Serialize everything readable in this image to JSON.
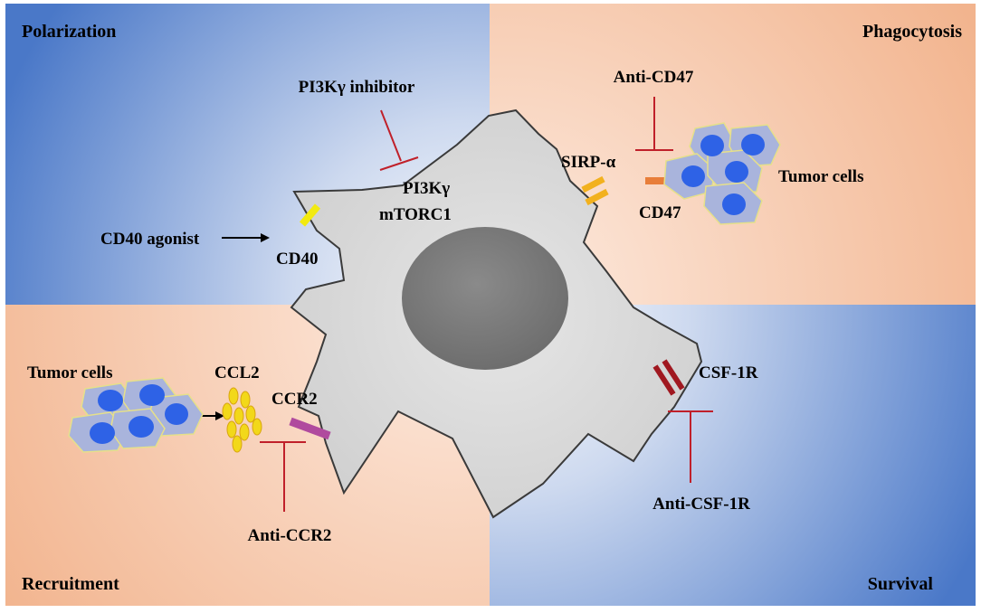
{
  "quadrants": {
    "top_left": "Polarization",
    "top_right": "Phagocytosis",
    "bottom_left": "Recruitment",
    "bottom_right": "Survival"
  },
  "labels": {
    "pi3k_inhibitor": "PI3Kγ inhibitor",
    "pi3k": "PI3Kγ",
    "mtorc1": "mTORC1",
    "cd40_agonist": "CD40 agonist",
    "cd40": "CD40",
    "anti_cd47": "Anti-CD47",
    "sirp_alpha": "SIRP-α",
    "cd47": "CD47",
    "tumor_cells_right": "Tumor cells",
    "tumor_cells_left": "Tumor cells",
    "ccl2": "CCL2",
    "ccr2": "CCR2",
    "anti_ccr2": "Anti-CCR2",
    "csf1r": "CSF-1R",
    "anti_csf1r": "Anti-CSF-1R"
  },
  "colors": {
    "blue_panel": "#4a78c8",
    "peach_panel": "#f2b48e",
    "macrophage": "#d6d6d6",
    "nucleus": "#777777",
    "inhibitor": "#c0202a",
    "cd40": "#f2ea10",
    "sirp": "#f2b11e",
    "cd47": "#e87e3a",
    "ccr2": "#b04a9e",
    "csf1r": "#a01820",
    "tumor_cell": "#a9b4dc",
    "tumor_nucleus": "#2e62e6"
  }
}
